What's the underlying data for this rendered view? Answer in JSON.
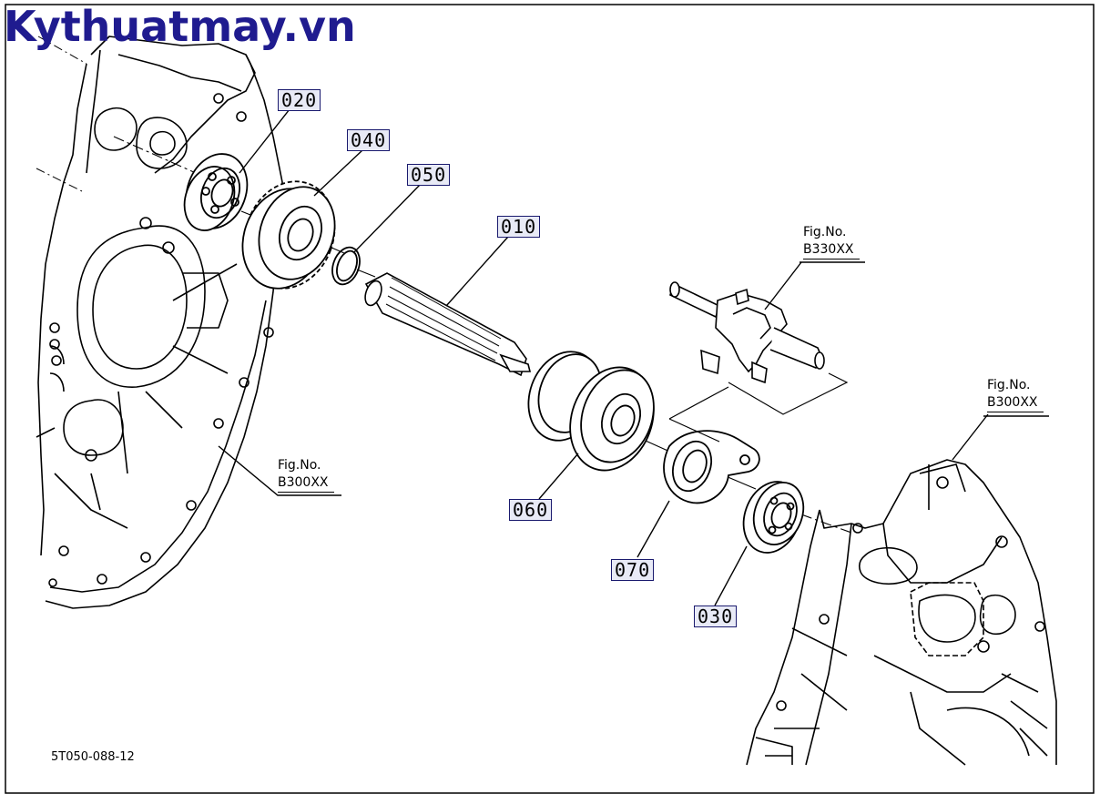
{
  "watermark": {
    "text": "Kythuatmay.vn",
    "color": "#1f1b8f"
  },
  "part_labels": {
    "p010": "010",
    "p020": "020",
    "p030": "030",
    "p040": "040",
    "p050": "050",
    "p060": "060",
    "p070": "070"
  },
  "figure_refs": {
    "upper_right": {
      "prefix": "Fig.No.",
      "code": "B330XX"
    },
    "right": {
      "prefix": "Fig.No.",
      "code": "B300XX"
    },
    "left": {
      "prefix": "Fig.No.",
      "code": "B300XX"
    }
  },
  "drawing_code": "5T050-088-12",
  "colors": {
    "line": "#000000",
    "label_fill": "#e8eaf6",
    "label_border": "#1a1a6e"
  }
}
